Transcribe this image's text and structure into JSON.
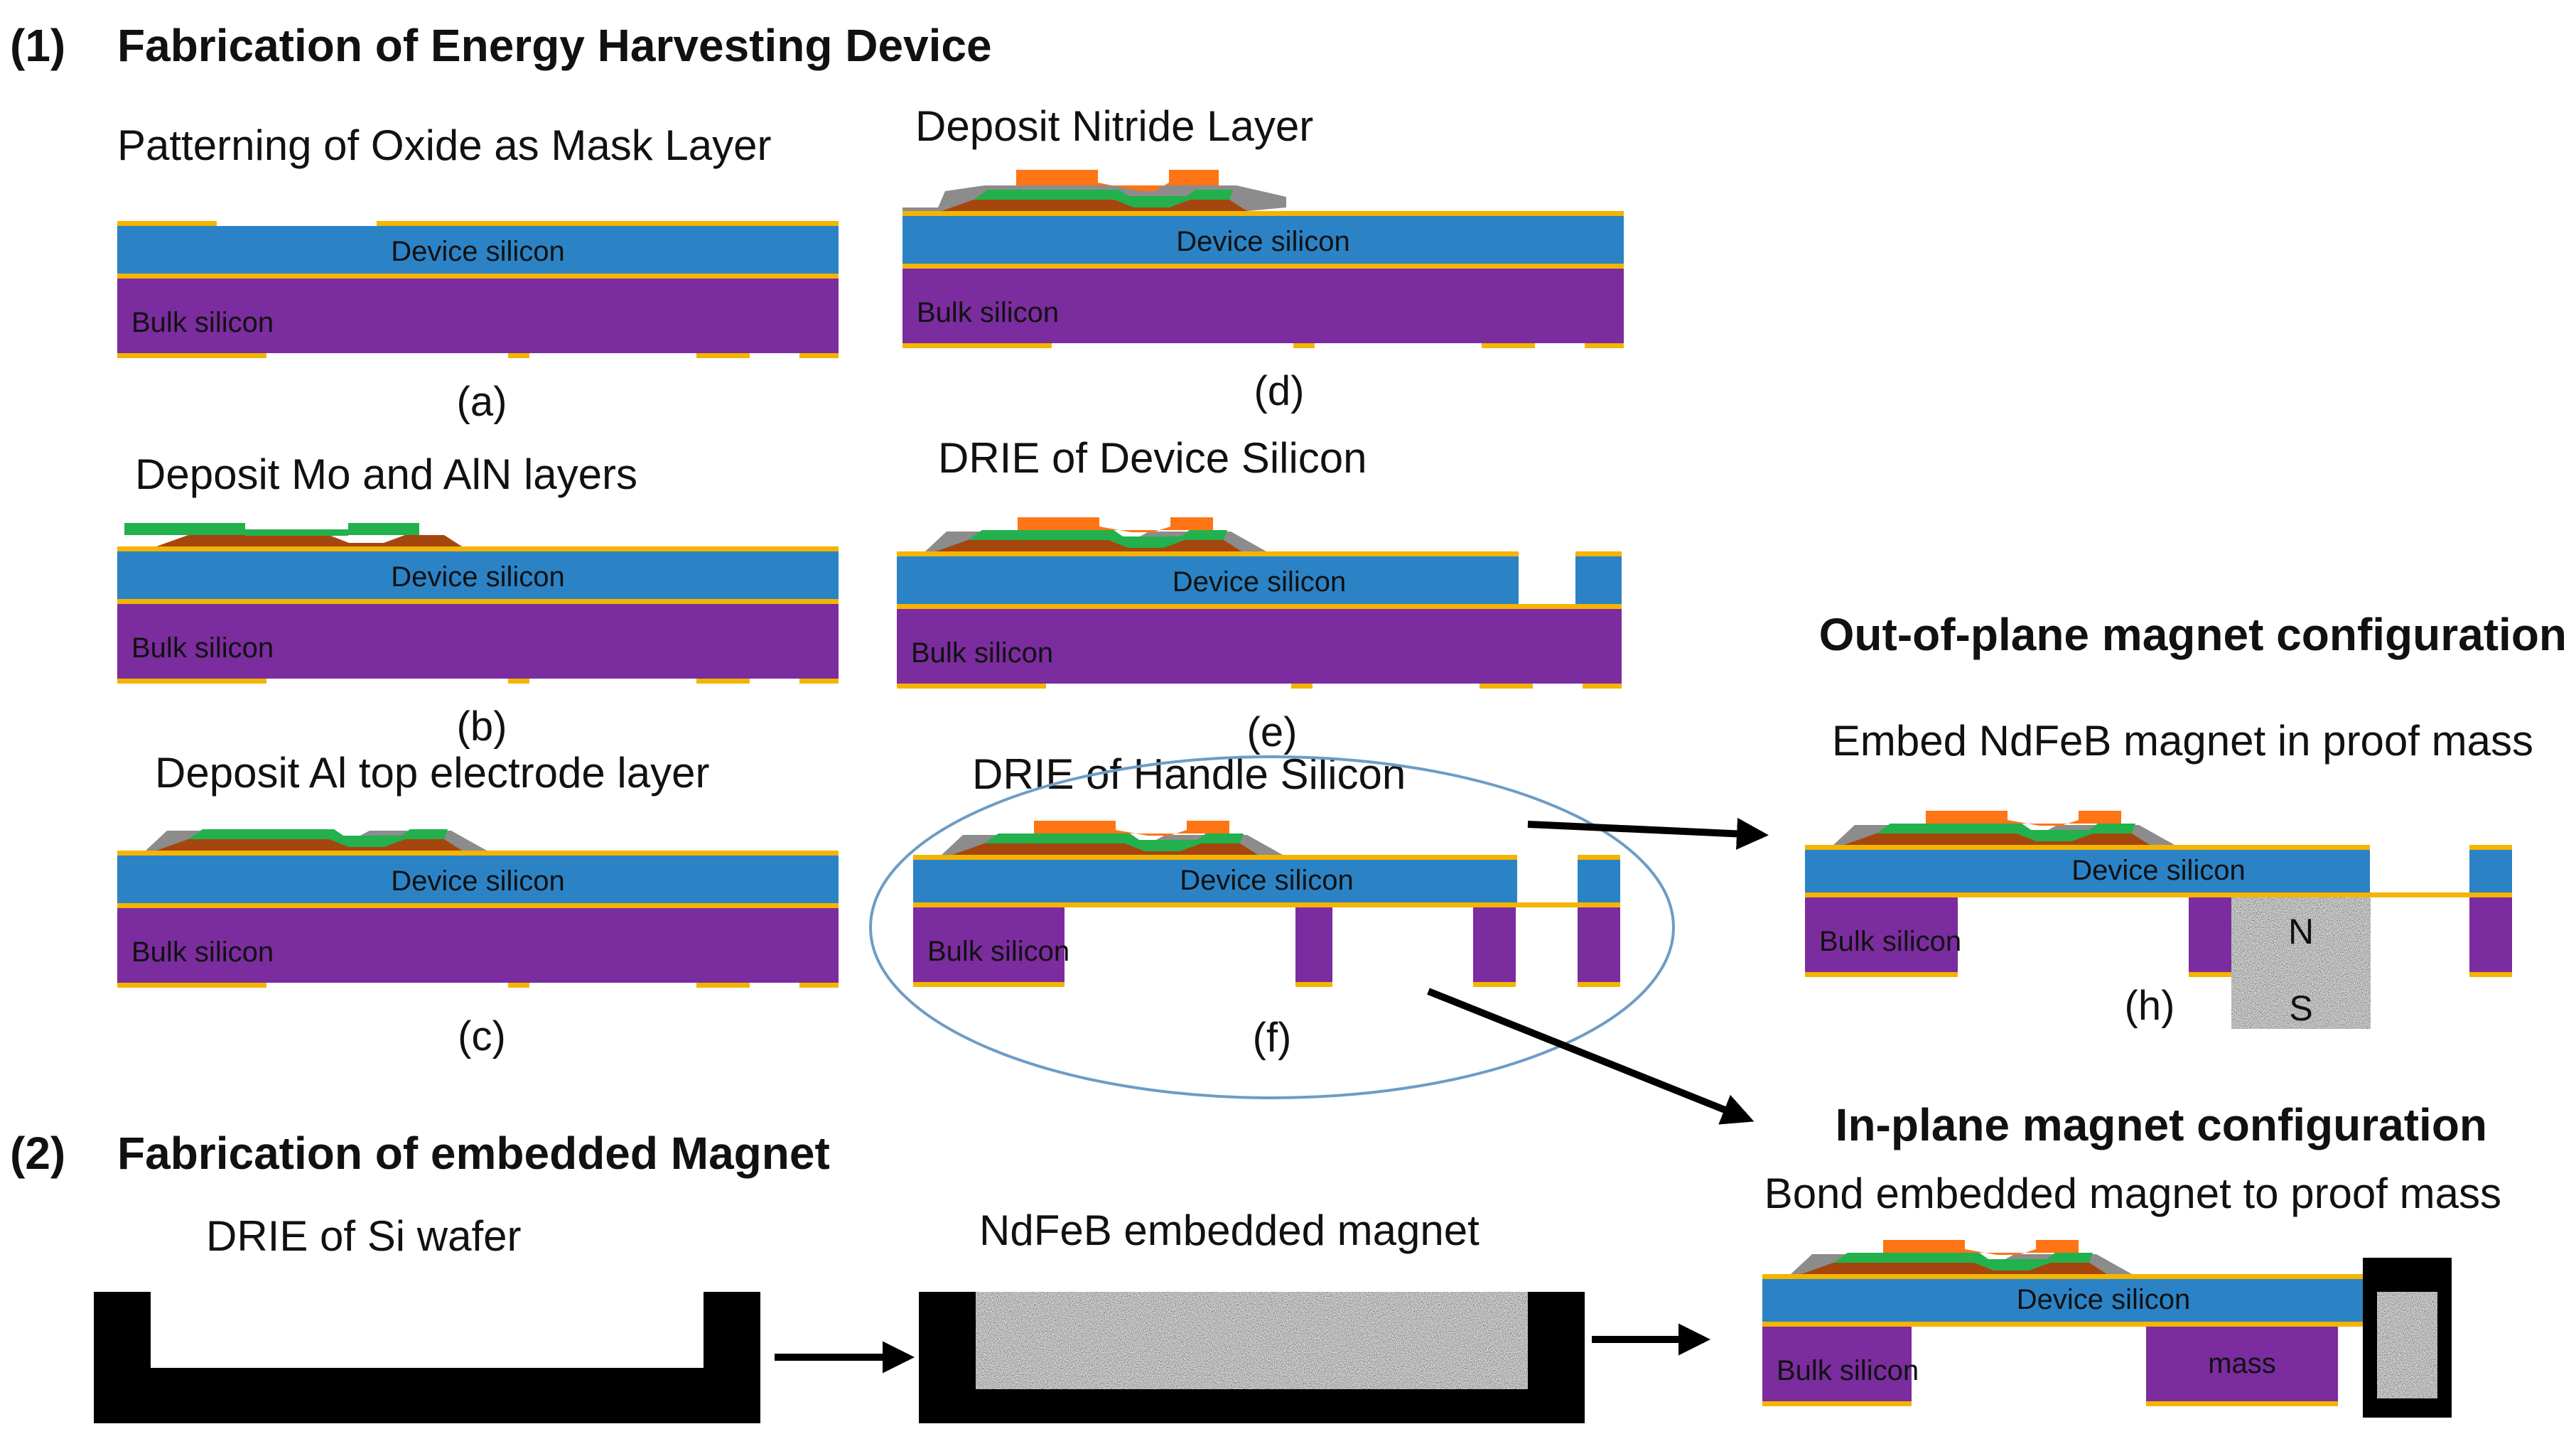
{
  "section1": {
    "number": "(1)",
    "title": "Fabrication of Energy Harvesting Device"
  },
  "section2": {
    "number": "(2)",
    "title": "Fabrication of embedded Magnet"
  },
  "steps": {
    "a": {
      "title": "Patterning of Oxide as Mask Layer",
      "caption": "(a)"
    },
    "b": {
      "title": "Deposit Mo and AlN layers",
      "caption": "(b)"
    },
    "c": {
      "title": "Deposit Al top electrode layer",
      "caption": "(c)"
    },
    "d": {
      "title": "Deposit Nitride Layer",
      "caption": "(d)"
    },
    "e": {
      "title": "DRIE of Device Silicon",
      "caption": "(e)"
    },
    "f": {
      "title": "DRIE of Handle Silicon",
      "caption": "(f)"
    },
    "h": {
      "caption": "(h)"
    }
  },
  "layers": {
    "device": "Device silicon",
    "bulk": "Bulk silicon",
    "mass": "mass"
  },
  "out_of_plane": {
    "title": "Out-of-plane magnet configuration",
    "subtitle": "Embed NdFeB magnet in proof mass",
    "pole_n": "N",
    "pole_s": "S"
  },
  "in_plane": {
    "title": "In-plane magnet configuration",
    "subtitle": "Bond embedded magnet to proof mass"
  },
  "magnet_steps": {
    "drie": "DRIE of Si wafer",
    "embedded": "NdFeB embedded magnet"
  },
  "colors": {
    "device_silicon": "#2B83C6",
    "bulk_silicon": "#7B2C9E",
    "oxide": "#F4B400",
    "molybdenum": "#A6460F",
    "aln": "#22B14C",
    "aluminum": "#FF7415",
    "nitride": "#8C8C8C",
    "wafer": "#000000",
    "ellipse": "#6E9CC4"
  }
}
